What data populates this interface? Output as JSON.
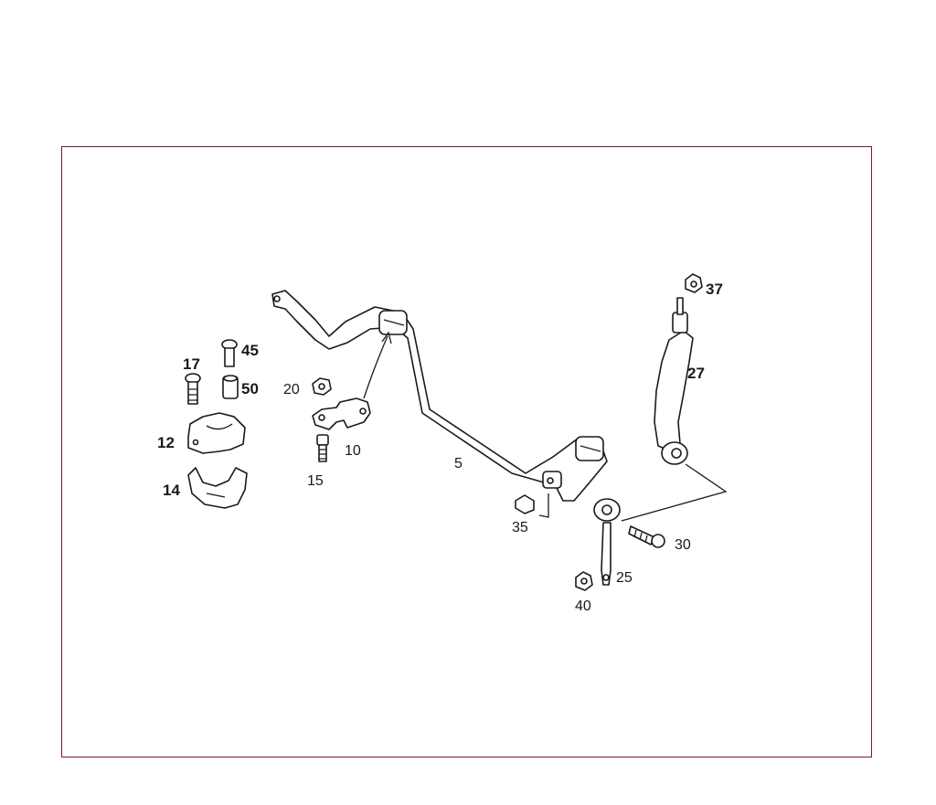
{
  "callouts": {
    "p5": "5",
    "p10": "10",
    "p12": "12",
    "p14": "14",
    "p15": "15",
    "p17": "17",
    "p20": "20",
    "p25": "25",
    "p27": "27",
    "p30": "30",
    "p35": "35",
    "p37": "37",
    "p40": "40",
    "p45": "45",
    "p50": "50"
  },
  "colors": {
    "frame": "#7a1a2a",
    "ink": "#1a1a1a"
  }
}
